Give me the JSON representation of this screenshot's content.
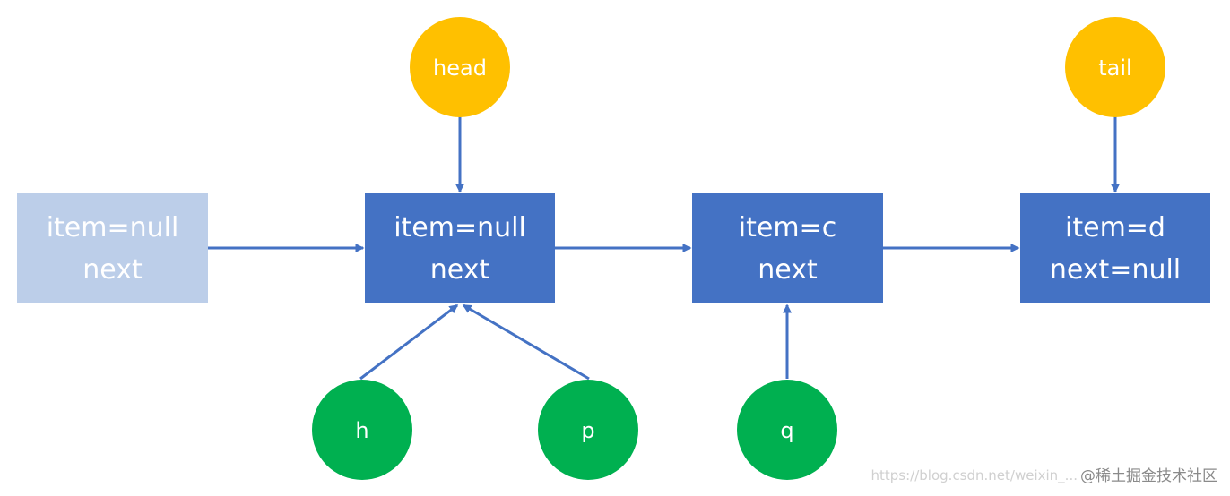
{
  "colors": {
    "node_faded": "#bccee9",
    "node": "#4472c4",
    "pointer_yellow": "#ffc000",
    "pointer_green": "#00b050",
    "arrow": "#4472c4",
    "text": "#ffffff"
  },
  "nodes": [
    {
      "id": "n0",
      "line1": "item=null",
      "line2": "next",
      "style": "faded"
    },
    {
      "id": "n1",
      "line1": "item=null",
      "line2": "next",
      "style": "normal"
    },
    {
      "id": "n2",
      "line1": "item=c",
      "line2": "next",
      "style": "normal"
    },
    {
      "id": "n3",
      "line1": "item=d",
      "line2": "next=null",
      "style": "normal"
    }
  ],
  "pointers": [
    {
      "id": "head",
      "label": "head",
      "color": "yellow",
      "target": "n1"
    },
    {
      "id": "tail",
      "label": "tail",
      "color": "yellow",
      "target": "n3"
    },
    {
      "id": "h",
      "label": "h",
      "color": "green",
      "target": "n1"
    },
    {
      "id": "p",
      "label": "p",
      "color": "green",
      "target": "n1"
    },
    {
      "id": "q",
      "label": "q",
      "color": "green",
      "target": "n2"
    }
  ],
  "links": [
    {
      "from": "n0",
      "to": "n1"
    },
    {
      "from": "n1",
      "to": "n2"
    },
    {
      "from": "n2",
      "to": "n3"
    }
  ],
  "watermark": {
    "brand": "@稀土掘金技术社区",
    "url": "https://blog.csdn.net/weixin_..."
  }
}
